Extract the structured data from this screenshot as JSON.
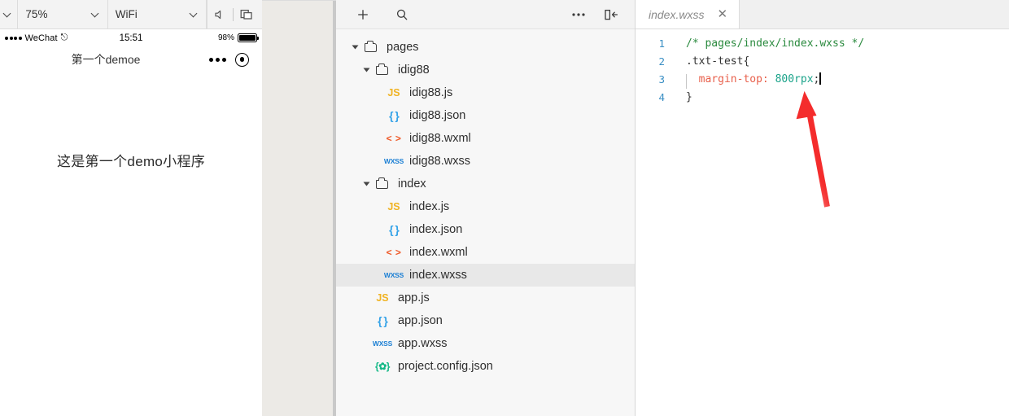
{
  "simulator": {
    "toolbar": {
      "left_chevron_icon": "chevron-down-icon",
      "zoom_value": "75%",
      "network_value": "WiFi",
      "mute_icon": "speaker-mute-icon",
      "window_icon": "multi-window-icon"
    },
    "status_bar": {
      "carrier": "WeChat",
      "wifi_icon": "wifi-icon",
      "time": "15:51",
      "battery_percent": "98%",
      "battery_icon": "battery-icon"
    },
    "nav_bar": {
      "title": "第一个demoe",
      "more_icon": "more-dots-icon",
      "capsule_icon": "target-circle-icon"
    },
    "page": {
      "text": "这是第一个demo小程序"
    }
  },
  "file_panel": {
    "toolbar": {
      "add_icon": "plus-icon",
      "search_icon": "search-icon",
      "more_icon": "more-dots-icon",
      "collapse_icon": "collapse-panel-icon"
    },
    "tree": [
      {
        "name": "pages",
        "type": "folder",
        "indent": 0,
        "expanded": true,
        "icon": "folder-open-icon",
        "selected": false
      },
      {
        "name": "idig88",
        "type": "folder",
        "indent": 1,
        "expanded": true,
        "icon": "folder-open-icon",
        "selected": false
      },
      {
        "name": "idig88.js",
        "type": "js",
        "indent": 2,
        "icon": "js-file-icon",
        "badge": "JS",
        "selected": false
      },
      {
        "name": "idig88.json",
        "type": "json",
        "indent": 2,
        "icon": "json-file-icon",
        "badge": "{ }",
        "selected": false
      },
      {
        "name": "idig88.wxml",
        "type": "wxml",
        "indent": 2,
        "icon": "wxml-file-icon",
        "badge": "< >",
        "selected": false
      },
      {
        "name": "idig88.wxss",
        "type": "wxss",
        "indent": 2,
        "icon": "wxss-file-icon",
        "badge": "WXSS",
        "selected": false
      },
      {
        "name": "index",
        "type": "folder",
        "indent": 1,
        "expanded": true,
        "icon": "folder-open-icon",
        "selected": false
      },
      {
        "name": "index.js",
        "type": "js",
        "indent": 2,
        "icon": "js-file-icon",
        "badge": "JS",
        "selected": false
      },
      {
        "name": "index.json",
        "type": "json",
        "indent": 2,
        "icon": "json-file-icon",
        "badge": "{ }",
        "selected": false
      },
      {
        "name": "index.wxml",
        "type": "wxml",
        "indent": 2,
        "icon": "wxml-file-icon",
        "badge": "< >",
        "selected": false
      },
      {
        "name": "index.wxss",
        "type": "wxss",
        "indent": 2,
        "icon": "wxss-file-icon",
        "badge": "WXSS",
        "selected": true
      },
      {
        "name": "app.js",
        "type": "js",
        "indent": 1,
        "icon": "js-file-icon",
        "badge": "JS",
        "selected": false
      },
      {
        "name": "app.json",
        "type": "json",
        "indent": 1,
        "icon": "json-file-icon",
        "badge": "{ }",
        "selected": false
      },
      {
        "name": "app.wxss",
        "type": "wxss",
        "indent": 1,
        "icon": "wxss-file-icon",
        "badge": "WXSS",
        "selected": false
      },
      {
        "name": "project.config.json",
        "type": "config",
        "indent": 1,
        "icon": "config-file-icon",
        "badge": "{✿}",
        "selected": false
      }
    ]
  },
  "editor": {
    "tab": {
      "label": "index.wxss",
      "close_icon": "close-icon",
      "active": true
    },
    "lines": [
      {
        "num": "1",
        "tokens": [
          {
            "t": "/* pages/index/index.wxss */",
            "c": "comment"
          }
        ]
      },
      {
        "num": "2",
        "tokens": [
          {
            "t": ".txt-test{",
            "c": "sel"
          }
        ]
      },
      {
        "num": "3",
        "indent_guide": true,
        "tokens": [
          {
            "t": "  margin-top: ",
            "c": "prop"
          },
          {
            "t": "800rpx",
            "c": "val"
          },
          {
            "t": ";",
            "c": "punct"
          }
        ],
        "caret": true
      },
      {
        "num": "4",
        "tokens": [
          {
            "t": "}",
            "c": "punct"
          }
        ]
      }
    ],
    "annotation": {
      "type": "arrow",
      "color": "#f42c2c",
      "points_to": "800rpx"
    }
  }
}
